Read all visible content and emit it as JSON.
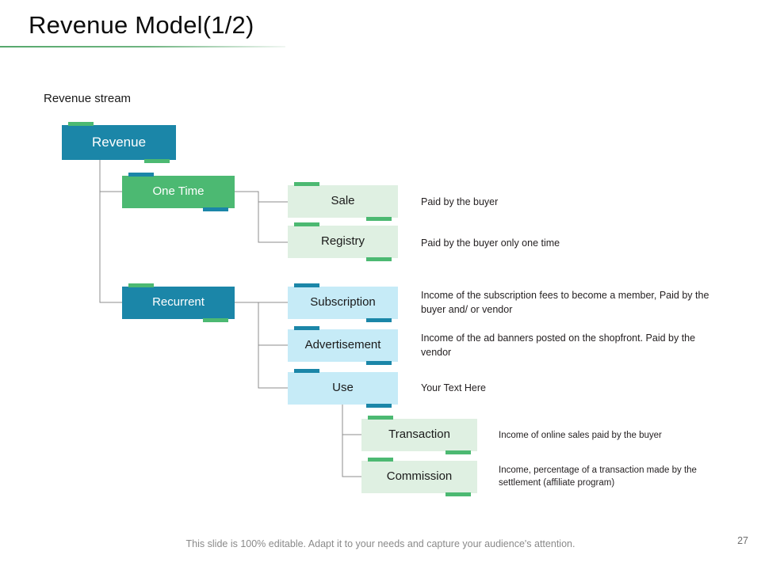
{
  "slide": {
    "title": "Revenue Model(1/2)",
    "section_label": "Revenue stream",
    "footer_note": "This slide is 100% editable. Adapt it to your needs and capture your audience's attention.",
    "page_number": "27"
  },
  "colors": {
    "teal": "#1b86a8",
    "green": "#4cb972",
    "light_green": "#dff0e2",
    "light_blue": "#c6ebf7",
    "rule_green": "#56a86c",
    "connector_gray": "#808080",
    "text_dark": "#231f20",
    "footer_gray": "#8a8a8a"
  },
  "nodes": {
    "root": {
      "label": "Revenue"
    },
    "one_time": {
      "label": "One Time"
    },
    "recurrent": {
      "label": "Recurrent"
    },
    "sale": {
      "label": "Sale"
    },
    "registry": {
      "label": "Registry"
    },
    "subscription": {
      "label": "Subscription"
    },
    "advertisement": {
      "label": "Advertisement"
    },
    "use": {
      "label": "Use"
    },
    "transaction": {
      "label": "Transaction"
    },
    "commission": {
      "label": "Commission"
    }
  },
  "descriptions": {
    "sale": "Paid by the buyer",
    "registry": "Paid by the buyer only one time",
    "subscription": "Income of the subscription fees to become a member, Paid by the buyer and/ or vendor",
    "advertisement": "Income of the ad banners posted on the shopfront. Paid by the vendor",
    "use": "Your Text Here",
    "transaction": "Income of online  sales paid  by the  buyer",
    "commission": "Income, percentage  of a transaction  made by the settlement  (affiliate   program)"
  }
}
